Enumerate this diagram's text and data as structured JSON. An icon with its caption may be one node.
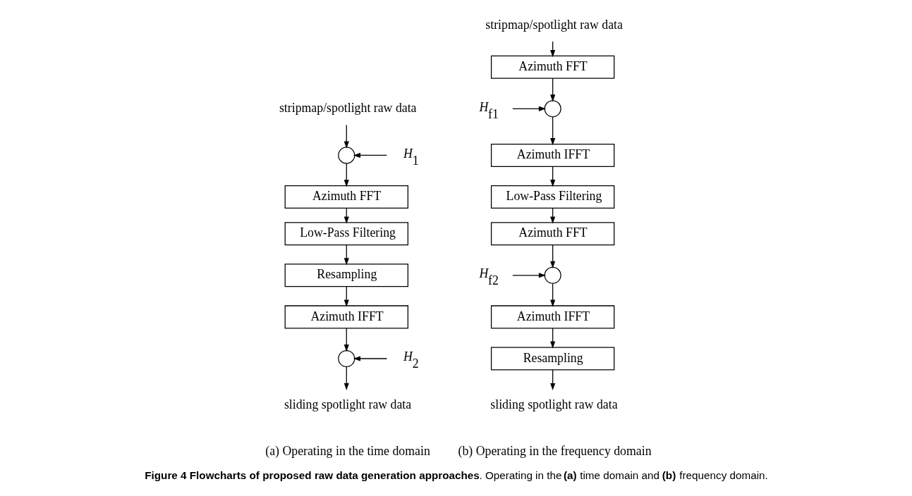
{
  "diagram": {
    "caption": "**Figure 4 Flowcharts of proposed raw data generation approaches**. Operating in the **(a)** time domain and **(b)** frequency domain.",
    "nodes": [
      {
        "text": [
          "stripmap/spotlight raw data"
        ]
      },
      {
        "text": [],
        "shape": "circle"
      },
      {
        "text": [
          "*H*$_{1}$"
        ]
      },
      {
        "text": [
          "Azimuth FFT"
        ]
      },
      {
        "text": [
          "Low-Pass Filtering"
        ]
      },
      {
        "text": [
          "Resampling"
        ]
      },
      {
        "text": [
          "Azimuth IFFT"
        ]
      },
      {
        "text": [],
        "shape": "circle"
      },
      {
        "text": [
          "*H*$_{2}$"
        ]
      },
      {
        "text": [
          "sliding spotlight raw data"
        ]
      },
      {
        "text": [
          "stripmap/spotlight raw data"
        ]
      },
      {
        "text": [
          "Azimuth FFT"
        ]
      },
      {
        "text": [],
        "shape": "circle"
      },
      {
        "text": [
          "*H*$_{f1}$"
        ]
      },
      {
        "text": [
          "Azimuth IFFT"
        ]
      },
      {
        "text": [
          "Low-Pass Filtering"
        ]
      },
      {
        "text": [
          "Azimuth FFT"
        ]
      },
      {
        "text": [],
        "shape": "circle"
      },
      {
        "text": [
          "*H*$_{f2}$"
        ]
      },
      {
        "text": [
          "Azimuth IFFT"
        ]
      },
      {
        "text": [
          "Resampling"
        ]
      },
      {
        "text": [
          "sliding spotlight raw data"
        ]
      }
    ],
    "edges": [
      {
        "from": 0,
        "to": 1,
        "arrow": "to"
      },
      {
        "from": 2,
        "to": 1,
        "arrow": "to"
      },
      {
        "from": 1,
        "to": 3,
        "arrow": "to"
      },
      {
        "from": 3,
        "to": 4,
        "arrow": "to"
      },
      {
        "from": 4,
        "to": 5,
        "arrow": "to"
      },
      {
        "from": 5,
        "to": 6,
        "arrow": "to"
      },
      {
        "from": 6,
        "to": 7,
        "arrow": "to"
      },
      {
        "from": 8,
        "to": 7,
        "arrow": "to"
      },
      {
        "from": 7,
        "to": 9,
        "arrow": "to"
      },
      {
        "from": 10,
        "to": 11,
        "arrow": "to"
      },
      {
        "from": 11,
        "to": 12,
        "arrow": "to"
      },
      {
        "from": 13,
        "to": 12,
        "arrow": "to"
      },
      {
        "from": 12,
        "to": 14,
        "arrow": "to"
      },
      {
        "from": 14,
        "to": 15,
        "arrow": "to"
      },
      {
        "from": 15,
        "to": 16,
        "arrow": "to"
      },
      {
        "from": 16,
        "to": 17,
        "arrow": "to"
      },
      {
        "from": 18,
        "to": 17,
        "arrow": "to"
      },
      {
        "from": 17,
        "to": 19,
        "arrow": "to"
      },
      {
        "from": 19,
        "to": 20,
        "arrow": "to"
      },
      {
        "from": 20,
        "to": 21,
        "arrow": "to"
      }
    ],
    "labels": [
      "(a) Operating in the time domain",
      "(b) Operating in the frequency domain"
    ]
  }
}
